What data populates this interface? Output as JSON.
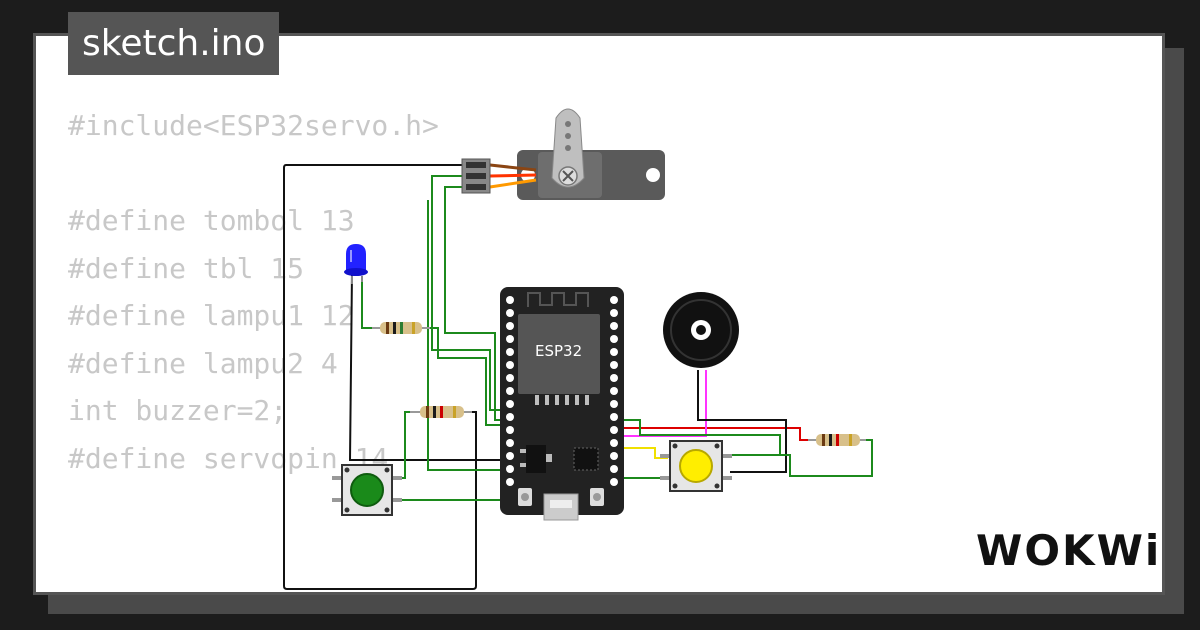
{
  "tab": {
    "filename": "sketch.ino"
  },
  "code": {
    "lines": [
      "#include<ESP32servo.h>",
      "",
      "#define tombol 13",
      "#define tbl 15",
      "#define lampu1 12",
      "#define lampu2 4",
      "int buzzer=2;",
      "#define servopin 14"
    ]
  },
  "board": {
    "label": "ESP32"
  },
  "brand": {
    "name": "WOKWi"
  },
  "colors": {
    "background": "#1c1c1c",
    "tab": "#555555",
    "code_text": "#c8c8c8",
    "board": "#222222",
    "wire_green": "#1c8a1c",
    "wire_black": "#111111",
    "wire_red": "#dd0000",
    "wire_pink": "#ff33ff",
    "wire_yellow": "#f0e000",
    "button_green": "#1a8a1a",
    "button_yellow": "#ffee00",
    "led_blue": "#2222ff"
  },
  "icons": {
    "servo": "servo-motor-icon",
    "led": "blue-led-icon",
    "buzzer": "buzzer-icon",
    "button_green": "green-pushbutton-icon",
    "button_yellow": "yellow-pushbutton-icon"
  }
}
